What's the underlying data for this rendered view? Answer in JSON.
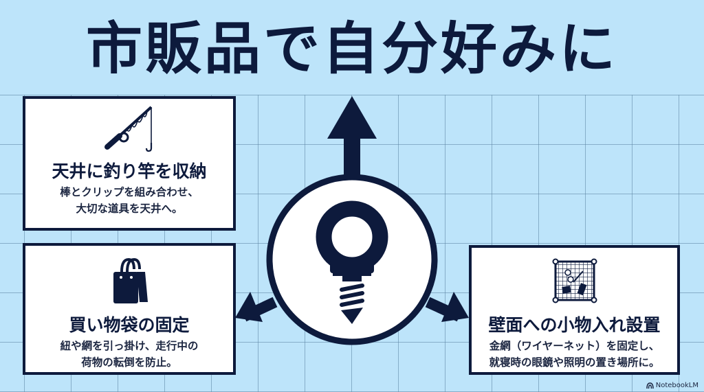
{
  "title": "市販品で自分好みに",
  "colors": {
    "background": "#bde4fa",
    "grid_line": "#7fa3bd",
    "ink": "#0d1a3c",
    "card_bg": "#ffffff"
  },
  "center": {
    "icon": "eye-bolt-screw-icon",
    "arrows": [
      "up",
      "down-left",
      "down-right"
    ]
  },
  "cards": [
    {
      "icon": "fishing-rod-icon",
      "heading": "天井に釣り竿を収納",
      "desc_line1": "棒とクリップを組み合わせ、",
      "desc_line2": "大切な道具を天井へ。"
    },
    {
      "icon": "shopping-bag-icon",
      "heading": "買い物袋の固定",
      "desc_line1": "紐や網を引っ掛け、走行中の",
      "desc_line2": "荷物の転倒を防止。"
    },
    {
      "icon": "wire-net-icon",
      "heading": "壁面への小物入れ設置",
      "desc_line1": "金網（ワイヤーネット）を固定し、",
      "desc_line2": "就寝時の眼鏡や照明の置き場所に。"
    }
  ],
  "brand": {
    "icon": "notebooklm-icon",
    "label": "NotebookLM"
  }
}
